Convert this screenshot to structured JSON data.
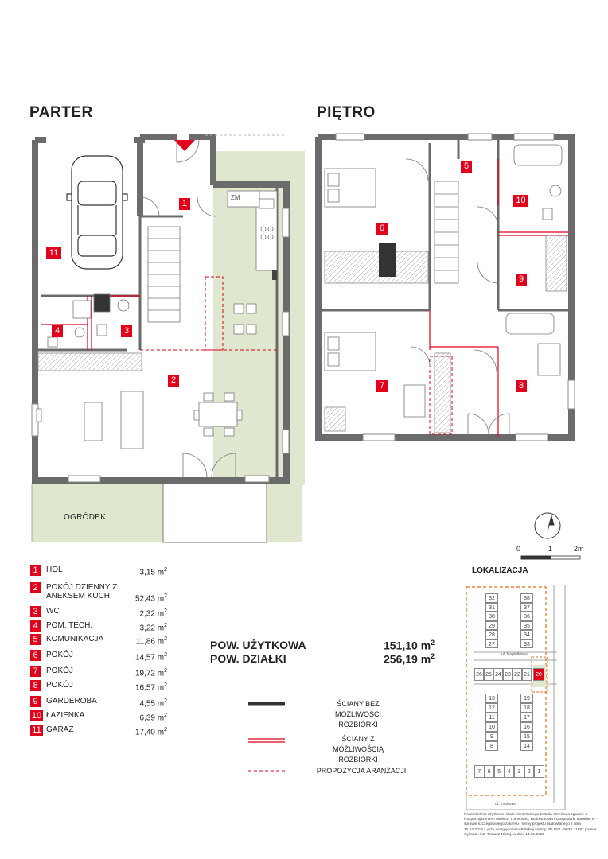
{
  "floors": {
    "ground": "PARTER",
    "upper": "PIĘTRO"
  },
  "garden_label": "OGRÓDEK",
  "scale": {
    "labels": [
      "0",
      "1",
      "2m"
    ]
  },
  "plan_marks": {
    "zm": "ZM"
  },
  "rooms": [
    {
      "no": "1",
      "name": "HOL",
      "area": "3,15 m"
    },
    {
      "no": "2",
      "name": "POKÓJ DZIENNY Z ANEKSEM KUCH.",
      "area": "52,43 m"
    },
    {
      "no": "3",
      "name": "WC",
      "area": "2,32 m"
    },
    {
      "no": "4",
      "name": "POM. TECH.",
      "area": "3,22 m"
    },
    {
      "no": "5",
      "name": "KOMUNIKACJA",
      "area": "11,86 m"
    },
    {
      "no": "6",
      "name": "POKÓJ",
      "area": "14,57 m"
    },
    {
      "no": "7",
      "name": "POKÓJ",
      "area": "19,72 m"
    },
    {
      "no": "8",
      "name": "POKÓJ",
      "area": "16,57 m"
    },
    {
      "no": "9",
      "name": "GARDEROBA",
      "area": "4,55 m"
    },
    {
      "no": "10",
      "name": "ŁAZIENKA",
      "area": "6,39 m"
    },
    {
      "no": "11",
      "name": "GARAŻ",
      "area": "17,40 m"
    }
  ],
  "area_unit_sup": "2",
  "summary": {
    "usable_label": "POW. UŻYTKOWA",
    "usable_value": "151,10 m",
    "plot_label": "POW. DZIAŁKI",
    "plot_value": "256,19 m"
  },
  "wall_legend": {
    "solid": "ŚCIANY BEZ MOŻLIWOŚCI ROZBIÓRKI",
    "removable": "ŚCIANY Z MOŻLIWOŚCIĄ ROZBIÓRKI",
    "proposal": "PROPOZYCJA ARANŻACJI"
  },
  "location": {
    "title": "LOKALIZACJA",
    "streets": [
      "ul. Nagietkowa",
      "ul. Imbirowa"
    ],
    "left_col": [
      "32",
      "31",
      "30",
      "29",
      "28",
      "27"
    ],
    "right_col": [
      "38",
      "37",
      "36",
      "35",
      "34",
      "33"
    ],
    "mid_row": [
      "26",
      "25",
      "24",
      "23",
      "22",
      "21"
    ],
    "highlight": "20",
    "lower_left": [
      "13",
      "12",
      "11",
      "10",
      "9",
      "8"
    ],
    "lower_right": [
      "19",
      "18",
      "17",
      "16",
      "15",
      "14"
    ],
    "bottom_row": [
      "7",
      "6",
      "5",
      "4",
      "3",
      "2",
      "1"
    ]
  },
  "footnote": "Powierzchnia użytkowa lokalu mieszkalnego została określona zgodnie z Rozporządzeniem Ministra Transportu, Budownictwa i Gospodarki Morskiej w sprawie szczegółowego zakresu i formy projektu budowlanego z dnia 25.04.2012 r. przy uwzględnieniu Polskiej Normy PN ISO - 9836 : 1997 pomiar wykonał: inż. Tomasz Niczyj, w dniu 14.01.2025",
  "colors": {
    "accent": "#e2001a",
    "wall": "#6b6b6b",
    "garden": "#dfe7cf"
  }
}
